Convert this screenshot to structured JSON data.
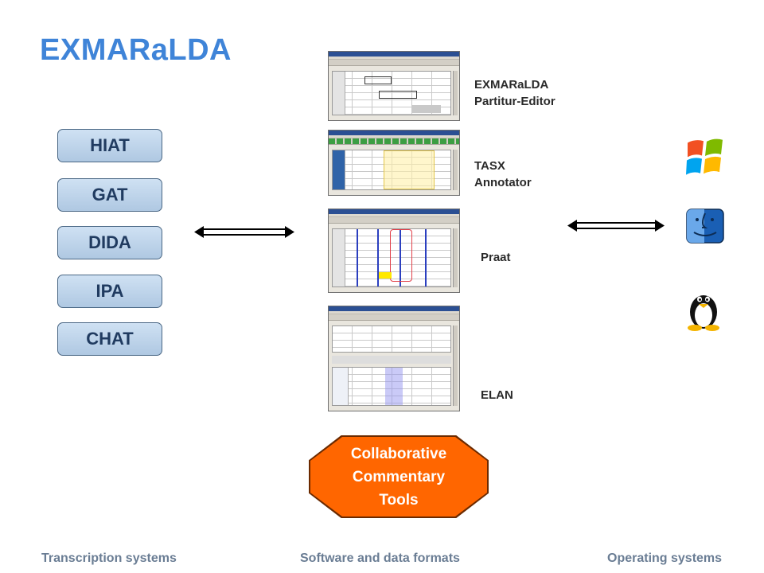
{
  "title": "EXMARaLDA",
  "transcription_systems": [
    "HIAT",
    "GAT",
    "DIDA",
    "IPA",
    "CHAT"
  ],
  "software": [
    {
      "line1": "EXMARaLDA",
      "line2": "Partitur-Editor"
    },
    {
      "line1": "TASX",
      "line2": "Annotator"
    },
    {
      "line1": "Praat",
      "line2": ""
    },
    {
      "line1": "ELAN",
      "line2": ""
    }
  ],
  "collab_box": [
    "Collaborative",
    "Commentary",
    "Tools"
  ],
  "operating_systems": {
    "icons": [
      "windows-logo-icon",
      "mac-finder-icon",
      "linux-tux-icon"
    ]
  },
  "footer": {
    "left": "Transcription systems",
    "center": "Software and data formats",
    "right": "Operating systems"
  },
  "colors": {
    "title": "#3f84d8",
    "collab_fill": "#ff6600",
    "button_fill": "#bcd3ea",
    "footer": "#6a7d94"
  }
}
